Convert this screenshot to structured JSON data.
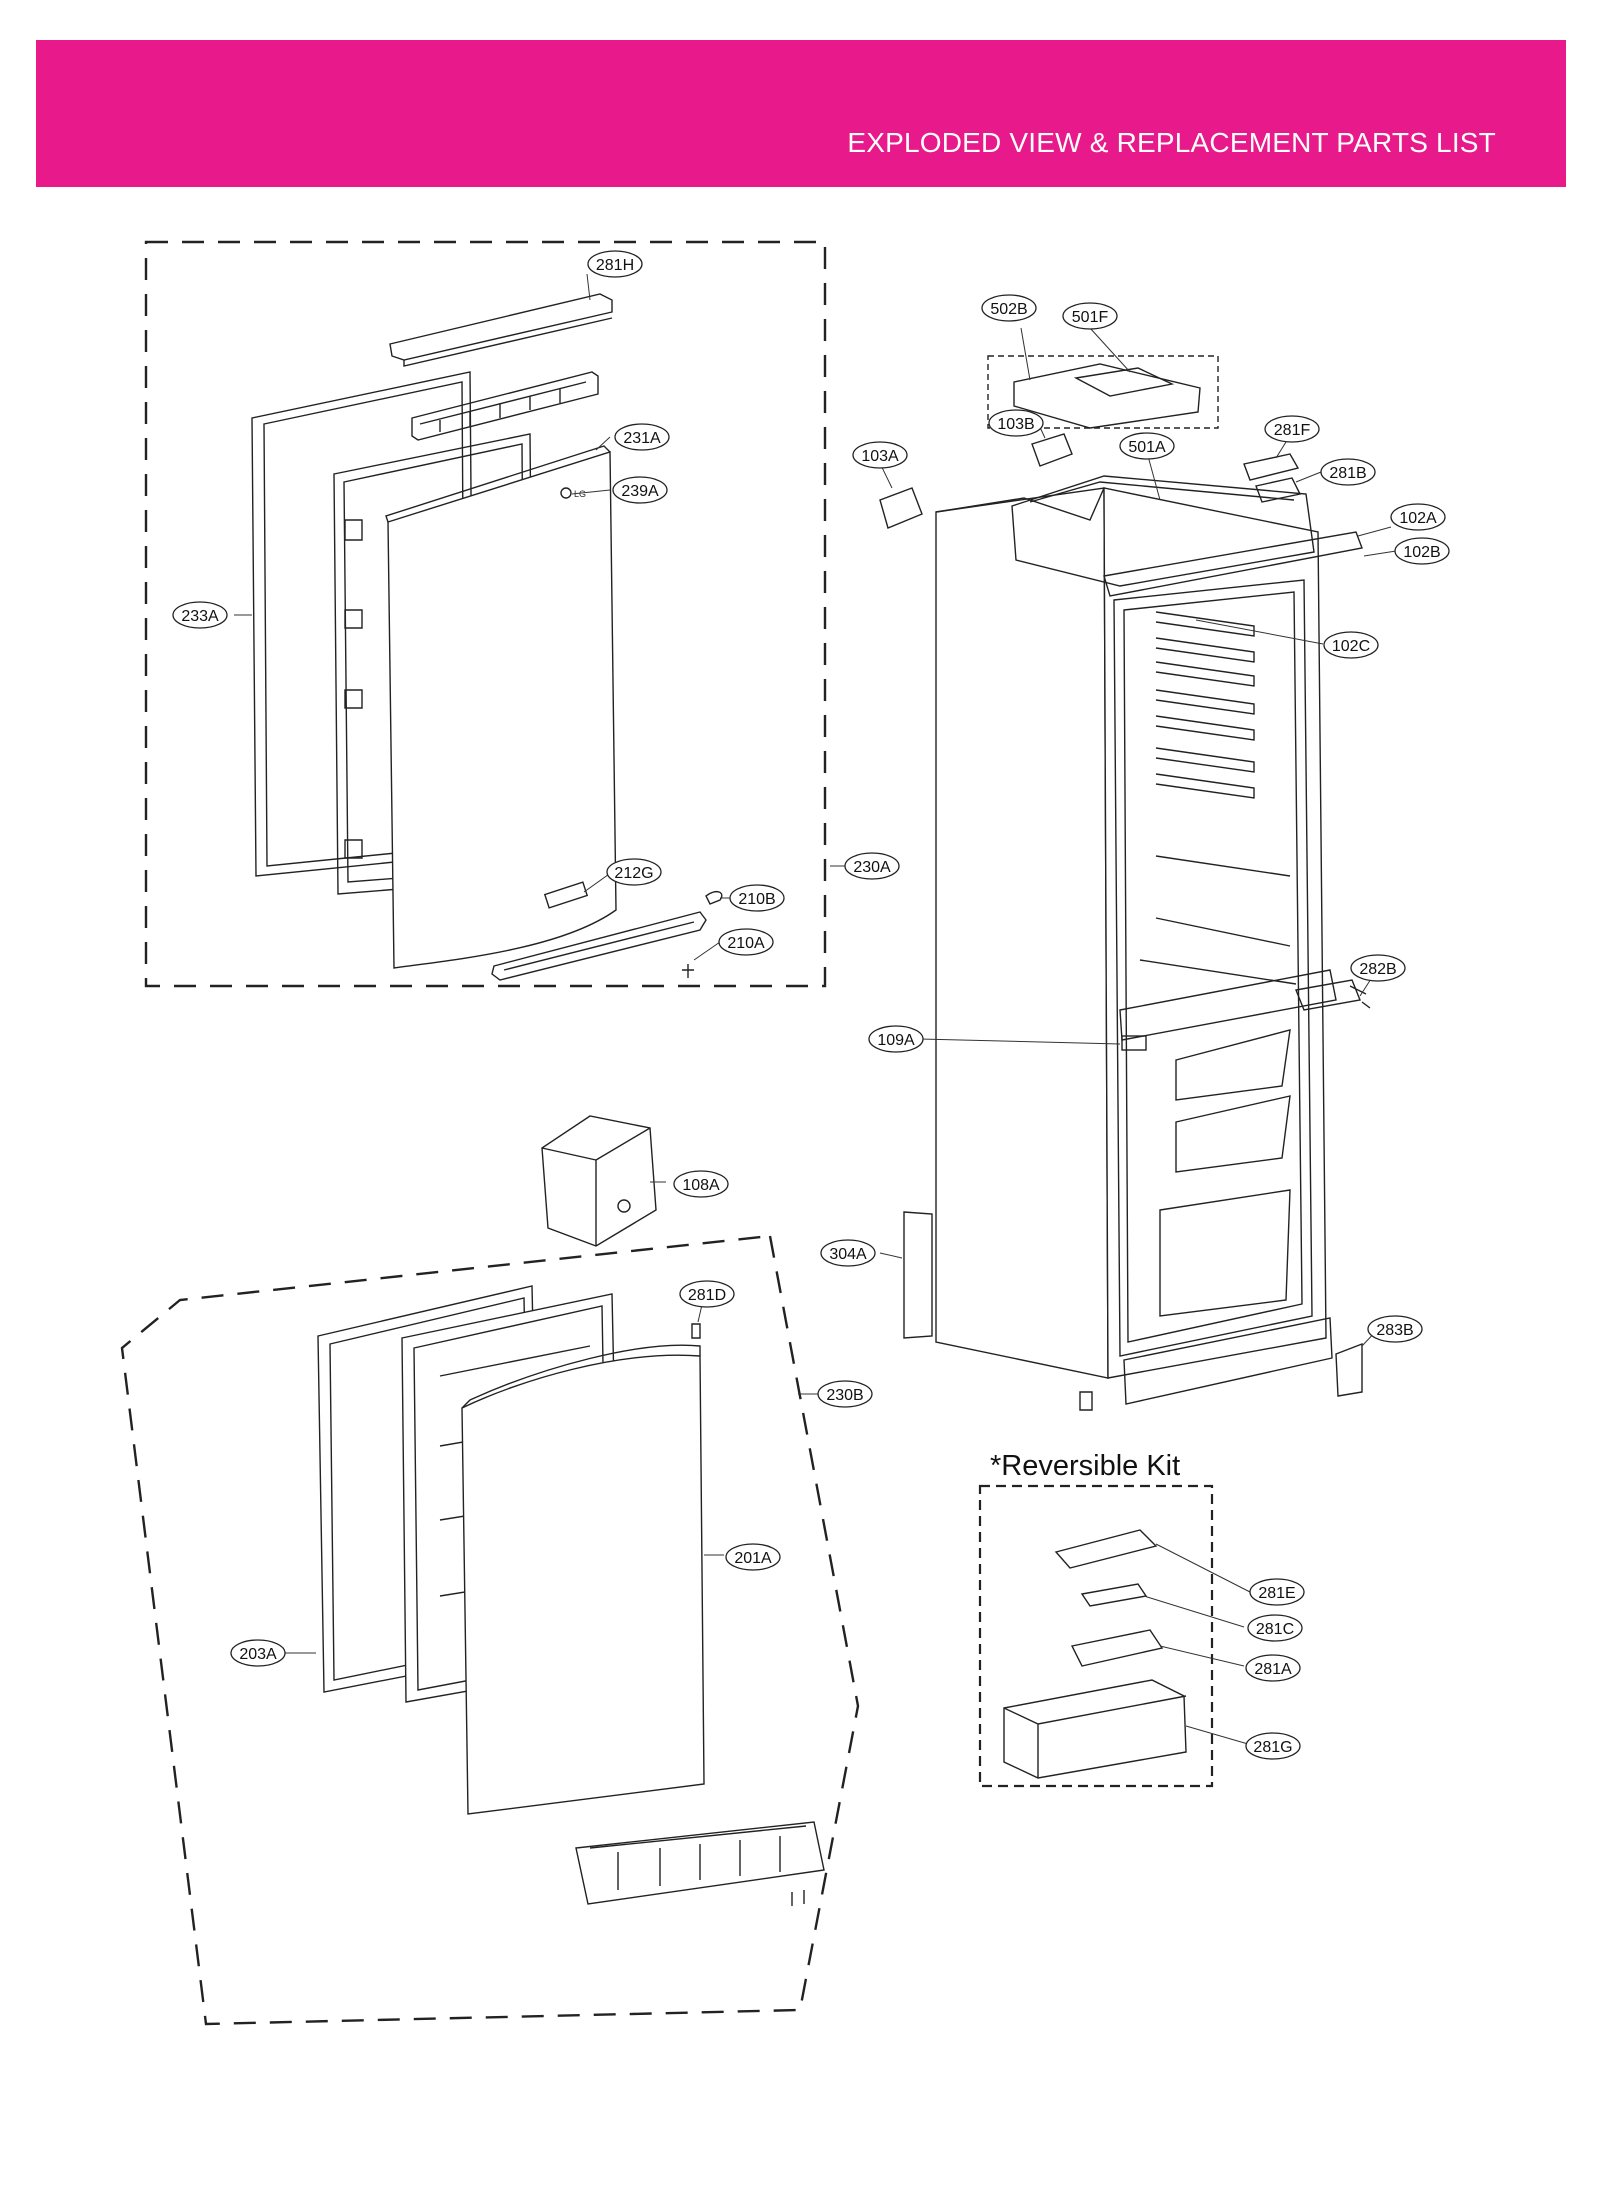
{
  "header": {
    "title": "EXPLODED VIEW & REPLACEMENT PARTS LIST",
    "band_color": "#E8198B"
  },
  "reversible_kit": {
    "title": "*Reversible Kit"
  },
  "part_labels": {
    "p281H": "281H",
    "p231A": "231A",
    "p239A": "239A",
    "p233A": "233A",
    "p212G": "212G",
    "p210B": "210B",
    "p210A": "210A",
    "p230A": "230A",
    "p502B": "502B",
    "p501F": "501F",
    "p103B": "103B",
    "p103A": "103A",
    "p501A": "501A",
    "p281F": "281F",
    "p281B": "281B",
    "p102A": "102A",
    "p102B": "102B",
    "p102C": "102C",
    "p282B": "282B",
    "p109A": "109A",
    "p108A": "108A",
    "p304A": "304A",
    "p281D": "281D",
    "p230B": "230B",
    "p283B": "283B",
    "p201A": "201A",
    "p203A": "203A",
    "p281E": "281E",
    "p281C": "281C",
    "p281A": "281A",
    "p281G": "281G"
  },
  "brand_mark": "LG"
}
